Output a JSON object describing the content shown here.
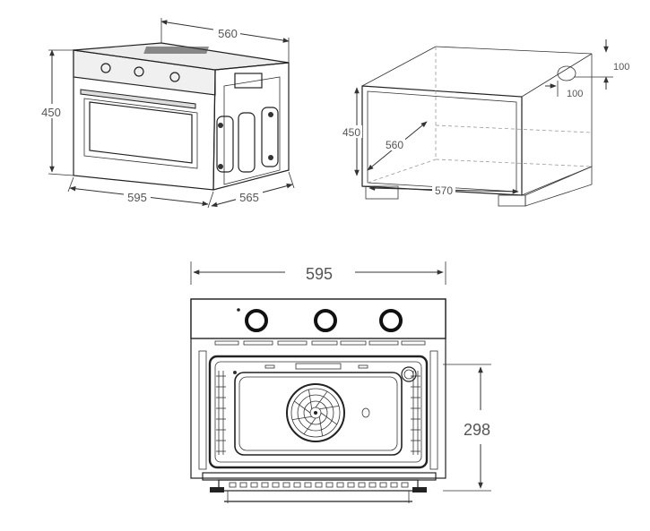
{
  "oven_view": {
    "dims": {
      "width_top": "560",
      "height": "450",
      "width_front": "595",
      "depth": "565"
    }
  },
  "cutout_view": {
    "dims": {
      "cut_a": "100",
      "cut_b": "100",
      "height": "450",
      "depth": "560",
      "width": "570"
    }
  },
  "front_view": {
    "dims": {
      "width": "595",
      "cavity_height": "298"
    }
  },
  "colors": {
    "line": "#222222",
    "dimension_text": "#555555",
    "background": "#ffffff"
  }
}
